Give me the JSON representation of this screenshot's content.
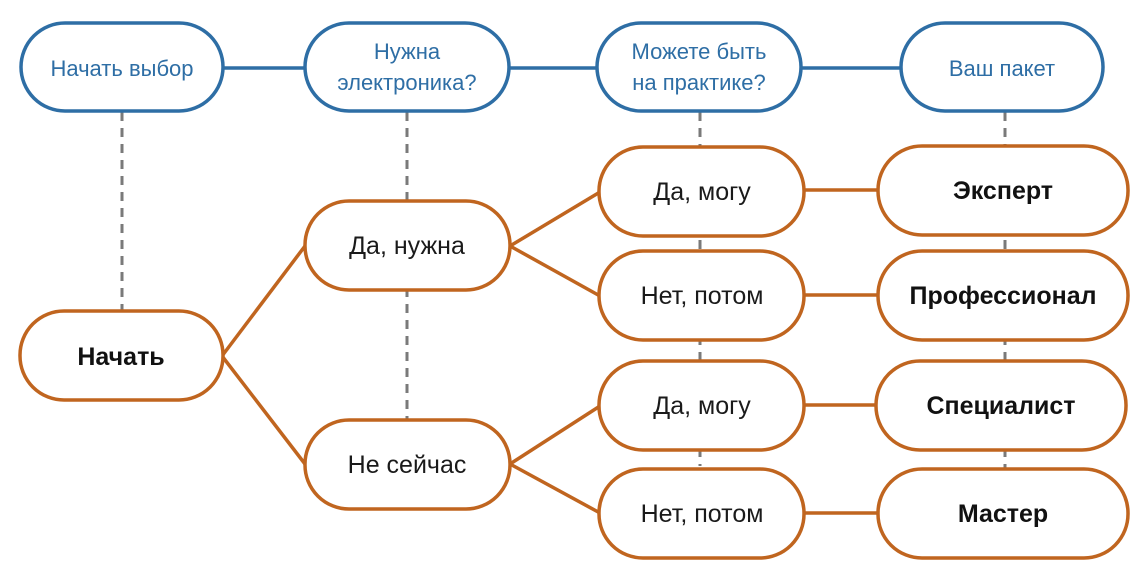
{
  "headers": {
    "start_choice": "Начать выбор",
    "need_electronics_l1": "Нужна",
    "need_electronics_l2": "электроника?",
    "practice_l1": "Можете быть",
    "practice_l2": "на практике?",
    "your_package": "Ваш пакет"
  },
  "start": "Начать",
  "electronics_options": {
    "yes": "Да, нужна",
    "no": "Не сейчас"
  },
  "practice_options": {
    "yes_1": "Да, могу",
    "no_1": "Нет, потом",
    "yes_2": "Да, могу",
    "no_2": "Нет, потом"
  },
  "packages": {
    "expert": "Эксперт",
    "professional": "Профессионал",
    "specialist": "Специалист",
    "master": "Мастер"
  },
  "colors": {
    "header_blue": "#2e6ea5",
    "flow_orange": "#c0651f",
    "connector_gray": "#7a7a7a"
  }
}
